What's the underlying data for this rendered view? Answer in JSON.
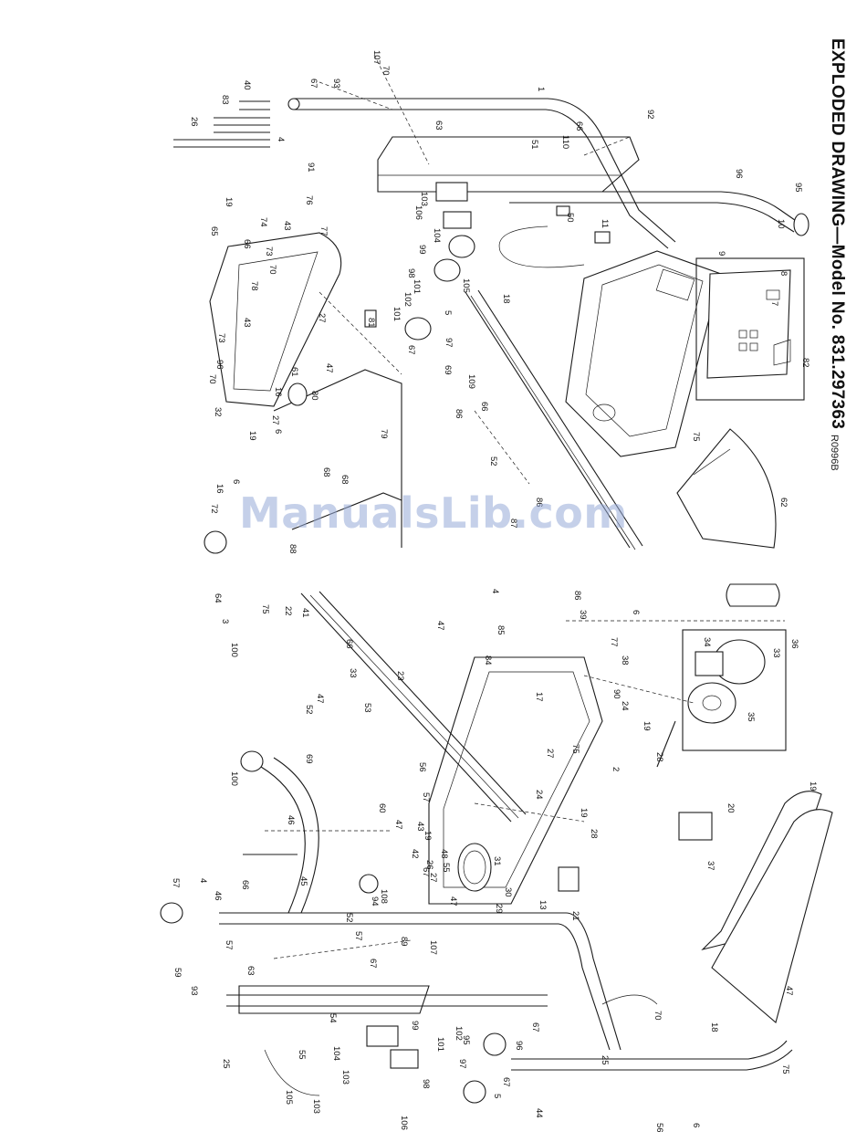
{
  "header": {
    "title": "EXPLODED DRAWING—Model No. 831.297363",
    "drawing_code": "R0996B"
  },
  "watermark": "ManualsLib.com",
  "part_labels": [
    "1",
    "95",
    "96",
    "92",
    "66",
    "110",
    "51",
    "50",
    "11",
    "9",
    "10",
    "8",
    "7",
    "82",
    "62",
    "75",
    "63",
    "107",
    "70",
    "93",
    "67",
    "4",
    "40",
    "83",
    "26",
    "91",
    "76",
    "77",
    "19",
    "65",
    "74",
    "43",
    "66",
    "73",
    "70",
    "78",
    "27",
    "81",
    "43",
    "73",
    "96",
    "70",
    "32",
    "61",
    "80",
    "16",
    "27",
    "6",
    "19",
    "47",
    "68",
    "79",
    "68",
    "88",
    "72",
    "16",
    "6",
    "103",
    "106",
    "104",
    "99",
    "105",
    "98",
    "101",
    "102",
    "101",
    "5",
    "67",
    "97",
    "69",
    "86",
    "109",
    "66",
    "52",
    "86",
    "87",
    "18",
    "33",
    "34",
    "35",
    "36",
    "6",
    "38",
    "77",
    "39",
    "86",
    "4",
    "85",
    "84",
    "17",
    "90",
    "19",
    "24",
    "28",
    "20",
    "37",
    "19",
    "2",
    "75",
    "27",
    "24",
    "28",
    "21",
    "19",
    "47",
    "18",
    "47",
    "33",
    "23",
    "53",
    "47",
    "52",
    "66",
    "41",
    "22",
    "75",
    "64",
    "3",
    "100",
    "69",
    "100",
    "46",
    "56",
    "57",
    "60",
    "47",
    "43",
    "19",
    "48",
    "55",
    "67",
    "47",
    "29",
    "30",
    "31",
    "13",
    "42",
    "26",
    "27",
    "94",
    "52",
    "66",
    "45",
    "108",
    "89",
    "57",
    "67",
    "107",
    "70",
    "67",
    "25",
    "44",
    "75",
    "96",
    "95",
    "97",
    "101",
    "102",
    "5",
    "67",
    "99",
    "98",
    "103",
    "104",
    "106",
    "103",
    "105",
    "25",
    "54",
    "55",
    "63",
    "57",
    "59",
    "93",
    "46",
    "57",
    "4",
    "56",
    "6"
  ]
}
